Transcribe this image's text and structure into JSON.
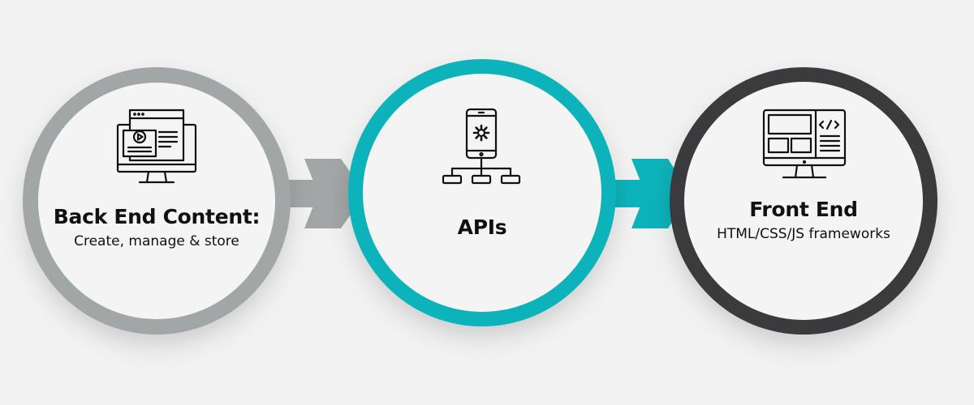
{
  "colors": {
    "background": "#f2f2f2",
    "back_end_ring": "#a3a6a6",
    "apis_ring": "#0cb3ba",
    "front_end_ring": "#3a3a3c",
    "circle_fill": "#f4f4f5",
    "text": "#111111"
  },
  "nodes": [
    {
      "title": "Back End Content:",
      "subtitle": "Create, manage & store",
      "icon": "monitor-video-content-icon"
    },
    {
      "title": "APIs",
      "subtitle": "",
      "icon": "mobile-gear-network-icon"
    },
    {
      "title": "Front End",
      "subtitle": "HTML/CSS/JS frameworks",
      "icon": "monitor-code-layout-icon"
    }
  ]
}
